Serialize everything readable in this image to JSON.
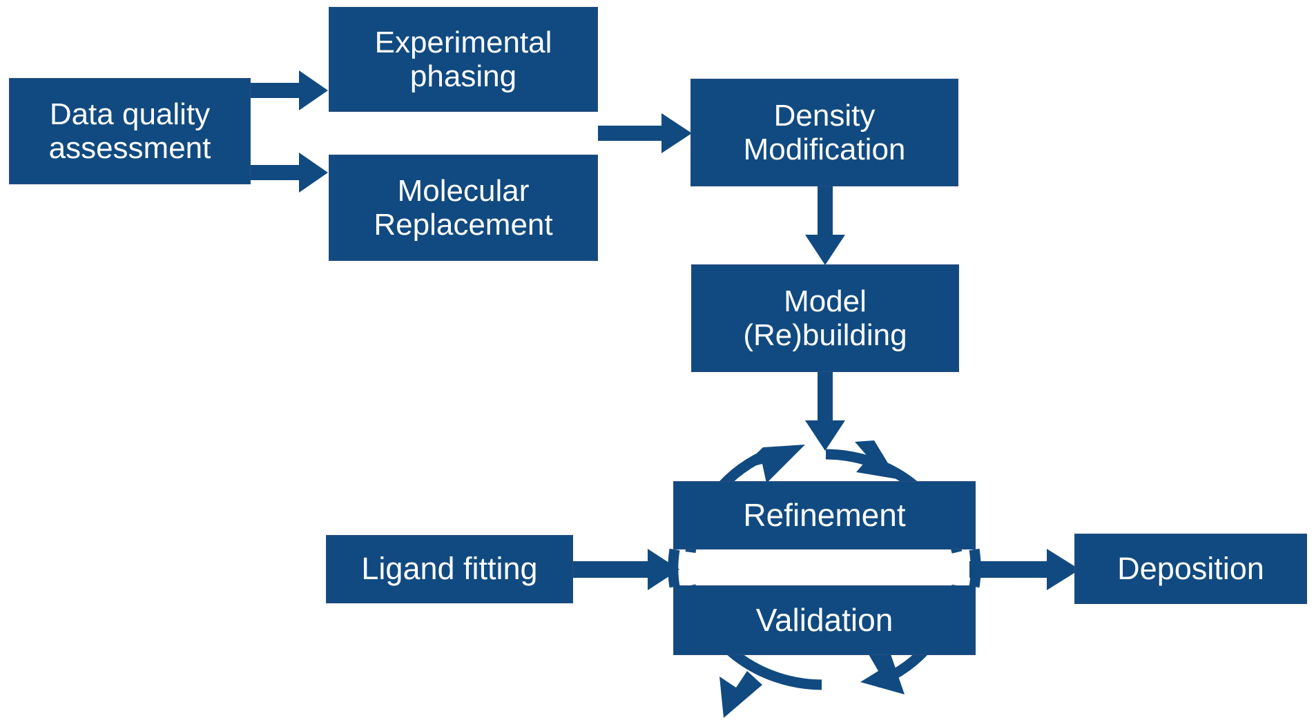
{
  "diagram": {
    "title": "Structure determination pipeline flowchart",
    "colors": {
      "node_fill": "#114A80",
      "node_border": "#2B4E7E",
      "arrow": "#114A80",
      "text": "#FFFFFF",
      "background": "#FFFFFF"
    },
    "nodes": [
      {
        "id": "data-quality",
        "label": "Data quality\nassessment"
      },
      {
        "id": "experimental",
        "label": "Experimental\nphasing"
      },
      {
        "id": "molecular",
        "label": "Molecular\nReplacement"
      },
      {
        "id": "density",
        "label": "Density\nModification"
      },
      {
        "id": "model",
        "label": "Model\n(Re)building"
      },
      {
        "id": "refinement",
        "label": "Refinement"
      },
      {
        "id": "validation",
        "label": "Validation"
      },
      {
        "id": "ligand",
        "label": "Ligand fitting"
      },
      {
        "id": "deposition",
        "label": "Deposition"
      }
    ],
    "connectors": [
      {
        "from": "data-quality",
        "to": "experimental",
        "kind": "straight-arrow",
        "direction": "right"
      },
      {
        "from": "data-quality",
        "to": "molecular",
        "kind": "straight-arrow",
        "direction": "right"
      },
      {
        "from": "phasing-group",
        "to": "density",
        "kind": "straight-arrow",
        "direction": "right"
      },
      {
        "from": "density",
        "to": "model",
        "kind": "straight-arrow",
        "direction": "down"
      },
      {
        "from": "model",
        "to": "refinement-validation-cycle",
        "kind": "straight-arrow",
        "direction": "down"
      },
      {
        "from": "refinement-validation-cycle",
        "to": "refinement-validation-cycle",
        "kind": "circular-cycle-arrow",
        "direction": "bidirectional"
      },
      {
        "from": "ligand",
        "to": "refinement-validation-cycle",
        "kind": "straight-arrow",
        "direction": "right"
      },
      {
        "from": "refinement-validation-cycle",
        "to": "deposition",
        "kind": "straight-arrow",
        "direction": "right"
      }
    ]
  }
}
